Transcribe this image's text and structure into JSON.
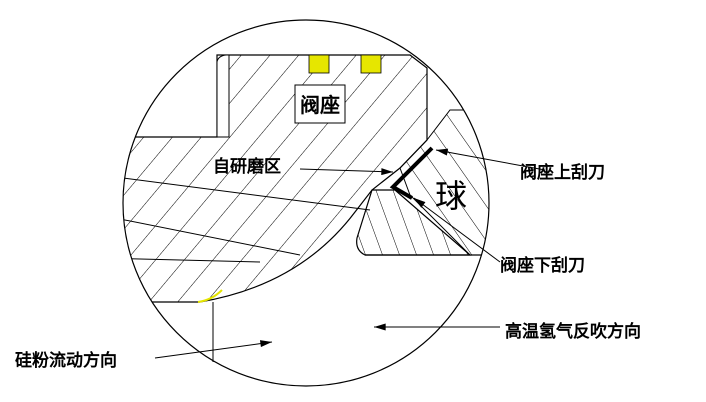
{
  "labels": {
    "seat": "阀座",
    "self_grinding_zone": "自研磨区",
    "ball": "球",
    "upper_scraper": "阀座上刮刀",
    "lower_scraper": "阀座下刮刀",
    "hydrogen_backflush": "高温氢气反吹方向",
    "silicon_flow": "硅粉流动方向"
  },
  "colors": {
    "line": "#000000",
    "seal": "#e6e600",
    "background": "#ffffff"
  }
}
